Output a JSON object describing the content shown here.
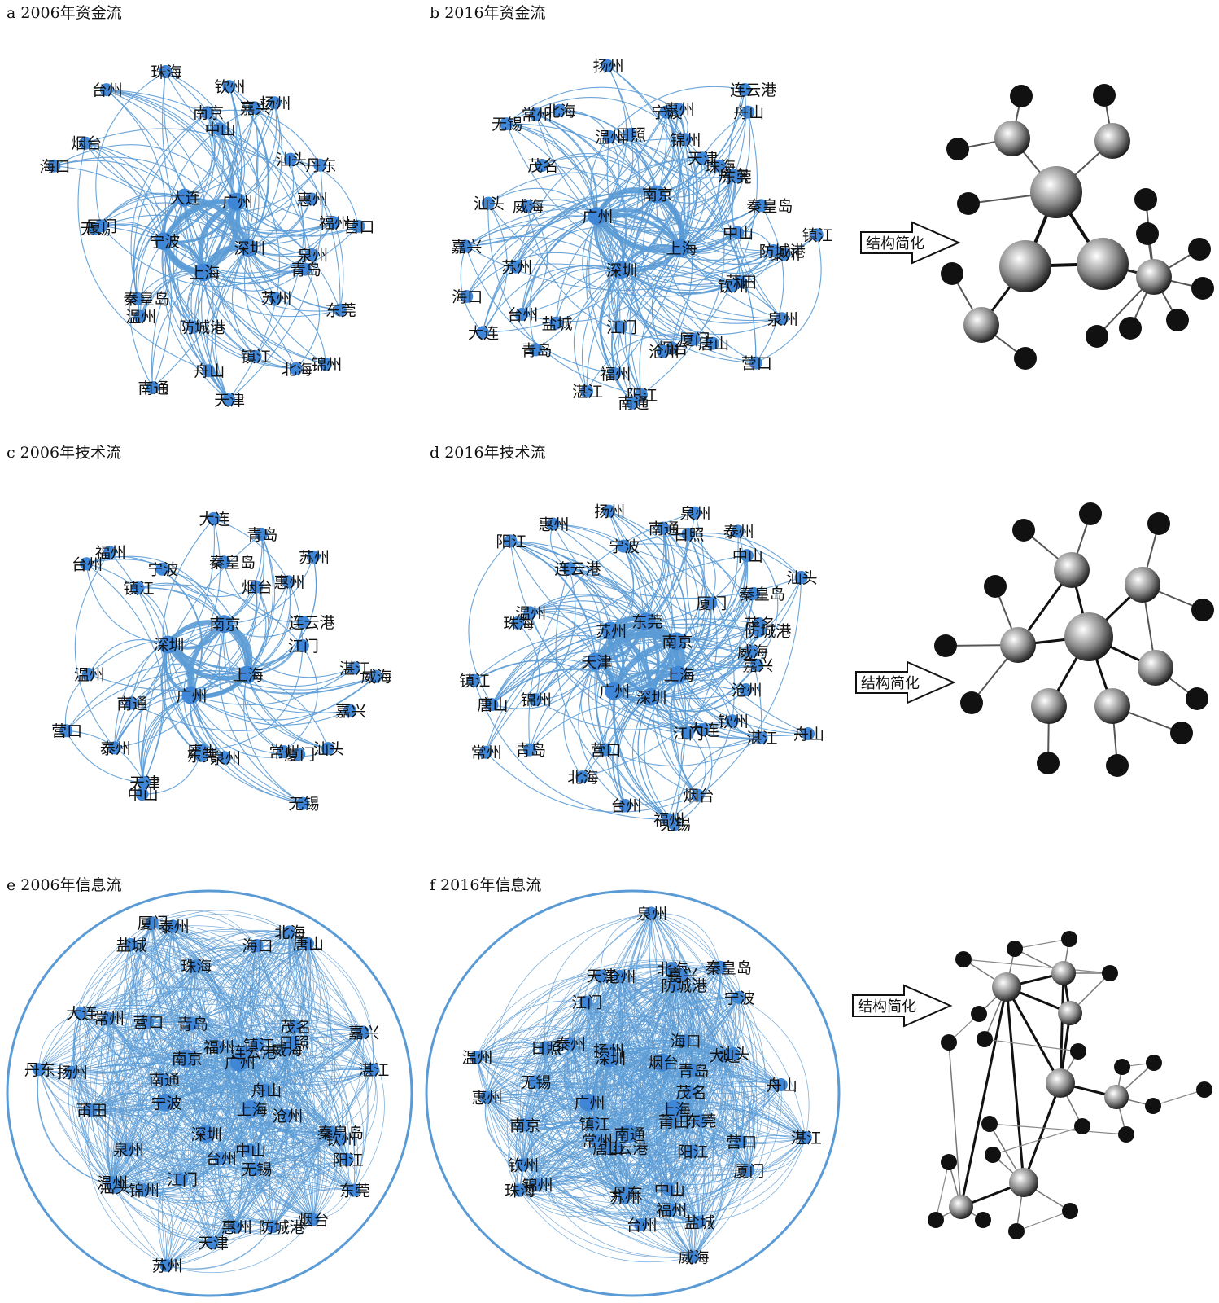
{
  "colors": {
    "edge": "#5b9bd5",
    "node": "#3f86d6",
    "simplified_dark": "#111111"
  },
  "arrow_label": "结构简化",
  "panels": [
    {
      "id": "a",
      "title": "a 2006年资金流",
      "hubs": [
        "深圳",
        "上海",
        "宁波",
        "大连",
        "广州"
      ],
      "nodes": [
        "泉州",
        "青岛",
        "东莞",
        "锦州",
        "苏州",
        "北海",
        "镇江",
        "天津",
        "舟山",
        "防城港",
        "南通",
        "广州",
        "温州",
        "秦皇岛",
        "大连",
        "上海",
        "无锡",
        "厦门",
        "深圳",
        "海口",
        "烟台",
        "台州",
        "宁波",
        "珠海",
        "南京",
        "钦州",
        "中山",
        "嘉兴",
        "扬州",
        "汕头",
        "丹东",
        "惠州",
        "福州",
        "营口"
      ]
    },
    {
      "id": "b",
      "title": "b 2016年资金流",
      "hubs": [
        "上海",
        "深圳",
        "广州",
        "南京"
      ],
      "nodes": [
        "泰州",
        "防城港",
        "莆田",
        "钦州",
        "泉州",
        "营口",
        "厦门",
        "唐山",
        "烟台",
        "沧州",
        "阳江",
        "南通",
        "福州",
        "江门",
        "湛江",
        "盐城",
        "青岛",
        "台州",
        "大连",
        "深圳",
        "海口",
        "苏州",
        "嘉兴",
        "威海",
        "汕头",
        "上海",
        "茂名",
        "无锡",
        "常州",
        "广州",
        "北海",
        "温州",
        "扬州",
        "南京",
        "日照",
        "宁波",
        "惠州",
        "锦州",
        "连云港",
        "舟山",
        "天津",
        "珠海",
        "丹东",
        "东莞",
        "秦皇岛",
        "中山",
        "镇江"
      ]
    },
    {
      "id": "c",
      "title": "c 2006年技术流",
      "hubs": [
        "上海",
        "广州",
        "深圳",
        "南京"
      ],
      "nodes": [
        "威海",
        "嘉兴",
        "汕头",
        "常州",
        "厦门",
        "无锡",
        "泉州",
        "唐山",
        "东莞",
        "天津",
        "中山",
        "泰州",
        "南通",
        "营口",
        "温州",
        "上海",
        "广州",
        "深圳",
        "台州",
        "福州",
        "镇江",
        "宁波",
        "南京",
        "大连",
        "秦皇岛",
        "青岛",
        "烟台",
        "苏州",
        "惠州",
        "连云港",
        "江门",
        "湛江"
      ]
    },
    {
      "id": "d",
      "title": "d 2016年技术流",
      "hubs": [
        "上海",
        "深圳",
        "广州",
        "天津",
        "苏州",
        "东莞",
        "南京"
      ],
      "nodes": [
        "嘉兴",
        "舟山",
        "沧州",
        "湛江",
        "钦州",
        "大连",
        "江门",
        "烟台",
        "无锡",
        "福州",
        "台州",
        "营口",
        "东莞",
        "北海",
        "苏州",
        "青岛",
        "常州",
        "锦州",
        "上海",
        "唐山",
        "镇江",
        "深圳",
        "天津",
        "珠海",
        "温州",
        "阳江",
        "连云港",
        "广州",
        "惠州",
        "扬州",
        "南京",
        "宁波",
        "南通",
        "日照",
        "泉州",
        "泰州",
        "中山",
        "厦门",
        "汕头",
        "秦皇岛",
        "茂名",
        "防城港",
        "威海"
      ]
    },
    {
      "id": "e",
      "title": "e 2006年信息流",
      "hubs": [
        "上海",
        "深圳",
        "宁波",
        "南京",
        "广州"
      ],
      "nodes": [
        "秦皇岛",
        "沧州",
        "钦州",
        "阳江",
        "东莞",
        "中山",
        "烟台",
        "无锡",
        "防城港",
        "台州",
        "惠州",
        "天津",
        "苏州",
        "深圳",
        "江门",
        "锦州",
        "汕头",
        "温州",
        "泉州",
        "广州",
        "上海",
        "宁波",
        "莆田",
        "丹东",
        "扬州",
        "南通",
        "常州",
        "大连",
        "南京",
        "营口",
        "盐城",
        "厦门",
        "泰州",
        "青岛",
        "珠海",
        "福州",
        "海口",
        "北海",
        "唐山",
        "连云港",
        "茂名",
        "镇江",
        "威海",
        "日照",
        "嘉兴",
        "湛江",
        "舟山"
      ]
    },
    {
      "id": "f",
      "title": "f 2016年信息流",
      "hubs": [
        "上海",
        "南通",
        "广州",
        "深圳",
        "烟台"
      ],
      "nodes": [
        "湛江",
        "营口",
        "东莞",
        "莆田",
        "厦门",
        "阳江",
        "盐城",
        "威海",
        "福州",
        "中山",
        "台州",
        "丹东",
        "苏州",
        "连云港",
        "唐山",
        "常州",
        "锦州",
        "镇江",
        "珠海",
        "钦州",
        "南京",
        "上海",
        "惠州",
        "无锡",
        "温州",
        "烟台",
        "日照",
        "泰州",
        "南通",
        "广州",
        "江门",
        "扬州",
        "天津",
        "沧州",
        "泉州",
        "深圳",
        "北海",
        "防城港",
        "嘉兴",
        "秦皇岛",
        "宁波",
        "海口",
        "大连",
        "汕头",
        "青岛",
        "舟山",
        "茂名"
      ]
    }
  ]
}
